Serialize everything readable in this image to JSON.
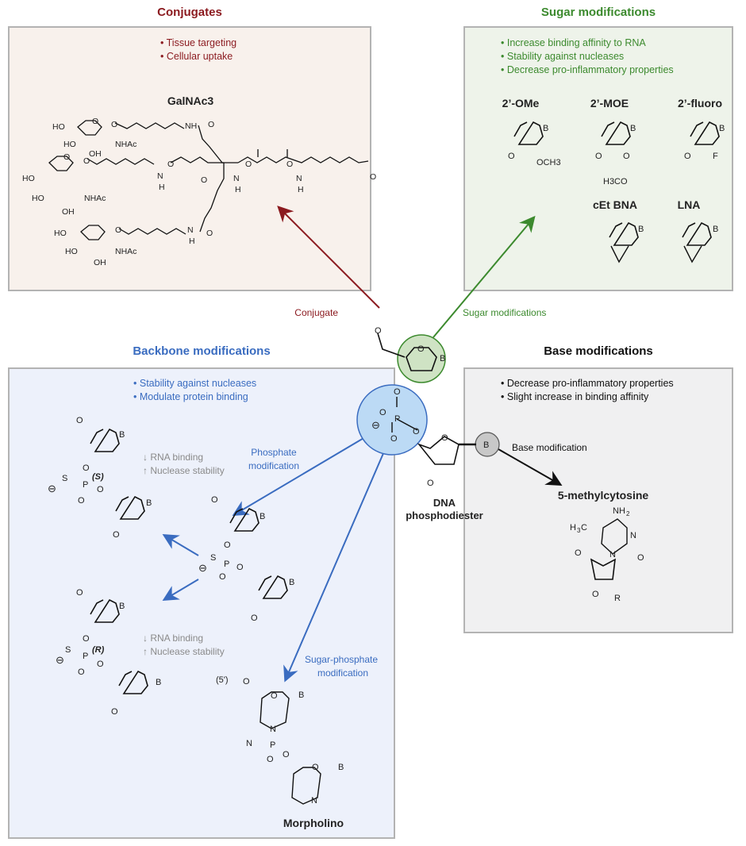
{
  "colors": {
    "conjugate": "#8b1a1f",
    "sugar": "#3c8a2e",
    "backbone": "#3a6cc0",
    "base": "#111111",
    "note_gray": "#8a8a8a"
  },
  "conjugates": {
    "title": "Conjugates",
    "bullets": [
      "Tissue targeting",
      "Cellular uptake"
    ],
    "molecule_name": "GalNAc3",
    "atom_labels": [
      "HO",
      "HO",
      "OH",
      "NHAc",
      "NH",
      "O",
      "HO",
      "HO",
      "OH",
      "NHAc",
      "N",
      "H",
      "O",
      "O",
      "N",
      "H",
      "O",
      "O",
      "N",
      "H",
      "O",
      "HO",
      "HO",
      "OH",
      "NHAc",
      "N",
      "H",
      "O",
      "O",
      "O",
      "O",
      "O",
      "O"
    ],
    "arrow_label": "Conjugate"
  },
  "sugar": {
    "title": "Sugar modifications",
    "bullets": [
      "Increase binding affinity to RNA",
      "Stability against nucleases",
      "Decrease pro-inflammatory properties"
    ],
    "molecules": [
      {
        "name": "2’-OMe",
        "substituent": "OCH3"
      },
      {
        "name": "2’-MOE",
        "substituent": "H3CO"
      },
      {
        "name": "2’-fluoro",
        "substituent": "F"
      },
      {
        "name": "cEt BNA",
        "substituent": ""
      },
      {
        "name": "LNA",
        "substituent": ""
      }
    ],
    "arrow_label": "Sugar modifications"
  },
  "backbone": {
    "title": "Backbone modifications",
    "bullets": [
      "Stability against nucleases",
      "Modulate protein binding"
    ],
    "phosphate_label_1": "Phosphate",
    "phosphate_label_2": "modification",
    "sugar_phosphate_label_1": "Sugar-phosphate",
    "sugar_phosphate_label_2": "modification",
    "s_isomer": {
      "stereo": "(S)",
      "note1": "RNA binding",
      "note2": "Nuclease stability"
    },
    "r_isomer": {
      "stereo": "(R)",
      "note1": "RNA binding",
      "note2": "Nuclease stability"
    },
    "morpholino_name": "Morpholino",
    "five_prime": "(5')"
  },
  "base": {
    "title": "Base modifications",
    "bullets": [
      "Decrease pro-inflammatory properties",
      "Slight increase in binding affinity"
    ],
    "arrow_label": "Base modification",
    "molecule_name": "5-methylcytosine",
    "atoms": {
      "nh2": "NH",
      "h3c": "H",
      "r": "R"
    }
  },
  "center": {
    "name_1": "DNA",
    "name_2": "phosphodiester",
    "base_symbol": "B",
    "ring_o": "O"
  }
}
